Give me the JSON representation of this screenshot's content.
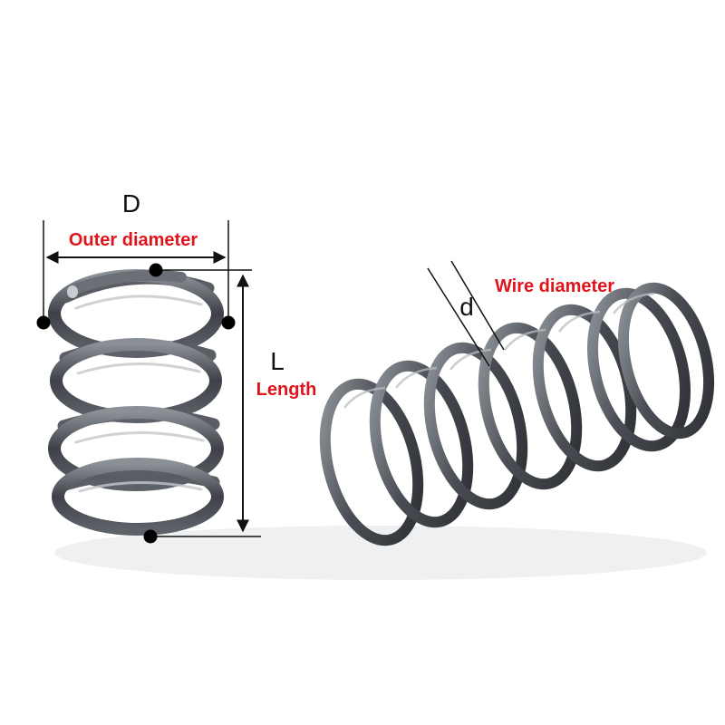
{
  "labels": {
    "outer_symbol": "D",
    "outer_caption": "Outer diameter",
    "length_symbol": "L",
    "length_caption": "Length",
    "wire_symbol": "d",
    "wire_caption": "Wire diameter"
  },
  "colors": {
    "caption": "#e0141b",
    "dimension_line": "#111111",
    "marker_dot": "#000000",
    "spring_steel_dark": "#3a3d42",
    "spring_steel_light": "#8d9298",
    "background": "#ffffff"
  }
}
